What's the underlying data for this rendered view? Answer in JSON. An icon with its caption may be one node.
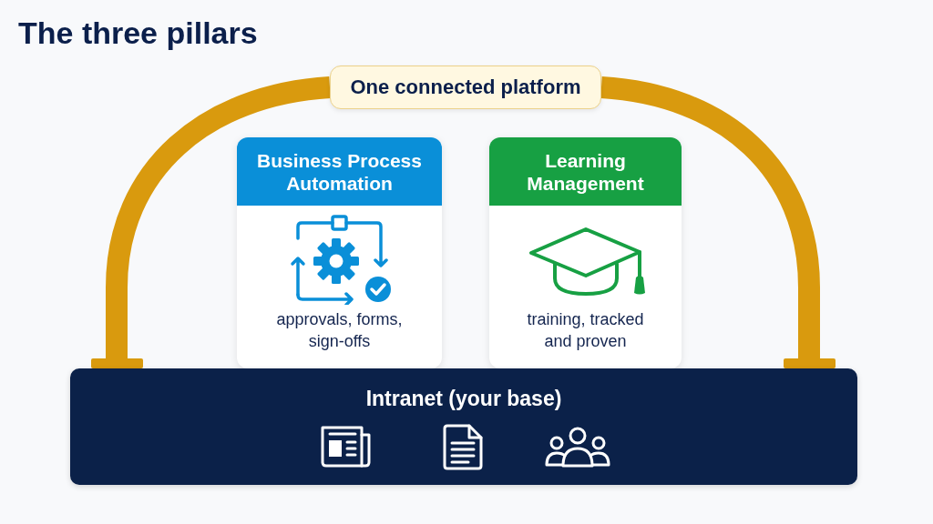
{
  "diagram": {
    "title": "The three pillars",
    "nodes": [
      {
        "text": [
          "One connected platform"
        ]
      },
      {
        "text": [
          "Business Process Automation",
          "approvals, forms, sign-offs"
        ]
      },
      {
        "text": [
          "Learning Management",
          "training, tracked and proven"
        ]
      },
      {
        "text": [
          "Intranet (your base)"
        ]
      }
    ],
    "edges": [
      {
        "from": 0,
        "to": 3,
        "arrow": "none",
        "color": "#d99a0e"
      },
      {
        "from": 0,
        "to": 3,
        "arrow": "none",
        "color": "#d99a0e"
      }
    ]
  }
}
